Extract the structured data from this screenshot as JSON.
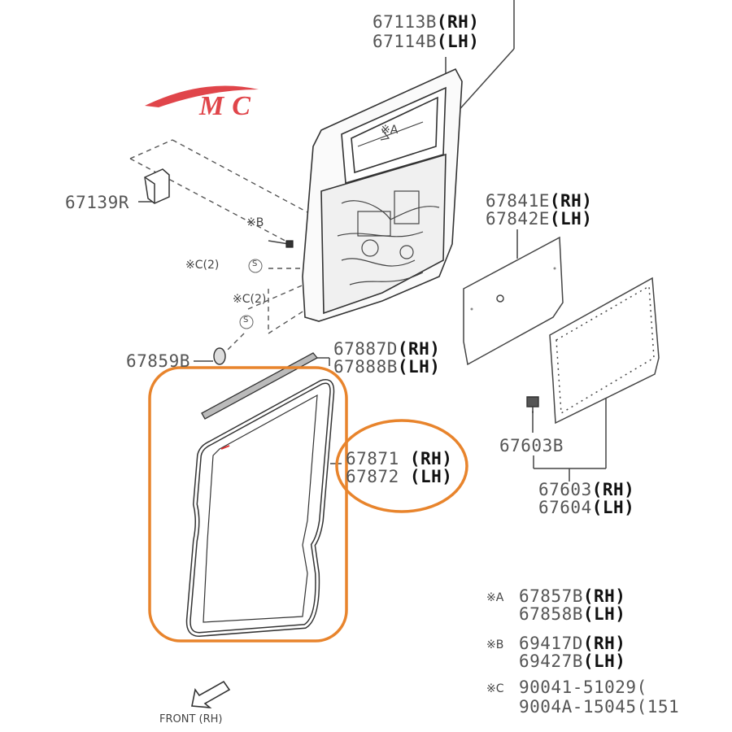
{
  "logo": {
    "text": "MC",
    "color": "#e0454a"
  },
  "callouts": [
    {
      "code": "67113B",
      "side": "(RH)"
    },
    {
      "code": "67114B",
      "side": "(LH)"
    },
    {
      "code": "67139R",
      "side": ""
    },
    {
      "code": "67841E",
      "side": "(RH)"
    },
    {
      "code": "67842E",
      "side": "(LH)"
    },
    {
      "code": "67859B",
      "side": ""
    },
    {
      "code": "67887D",
      "side": "(RH)"
    },
    {
      "code": "67888B",
      "side": "(LH)"
    },
    {
      "code": "67871",
      "side": "(RH)"
    },
    {
      "code": "67872",
      "side": "(LH)"
    },
    {
      "code": "67603B",
      "side": ""
    },
    {
      "code": "67603",
      "side": "(RH)"
    },
    {
      "code": "67604",
      "side": "(LH)"
    }
  ],
  "markers": {
    "a": "※A",
    "b": "※B",
    "c1": "※C(2)",
    "c2": "※C(2)",
    "s_symbol": "S"
  },
  "legend": [
    {
      "mark": "※A",
      "line1_code": "67857B",
      "line1_side": "(RH)",
      "line2_code": "67858B",
      "line2_side": "(LH)"
    },
    {
      "mark": "※B",
      "line1_code": "69417D",
      "line1_side": "(RH)",
      "line2_code": "69427B",
      "line2_side": "(LH)"
    },
    {
      "mark": "※C",
      "line1_code": "90041-51029(",
      "line1_side": "",
      "line2_code": "9004A-15045(151",
      "line2_side": ""
    }
  ],
  "front_label": "FRONT (RH)",
  "highlight_color": "#e8842c"
}
